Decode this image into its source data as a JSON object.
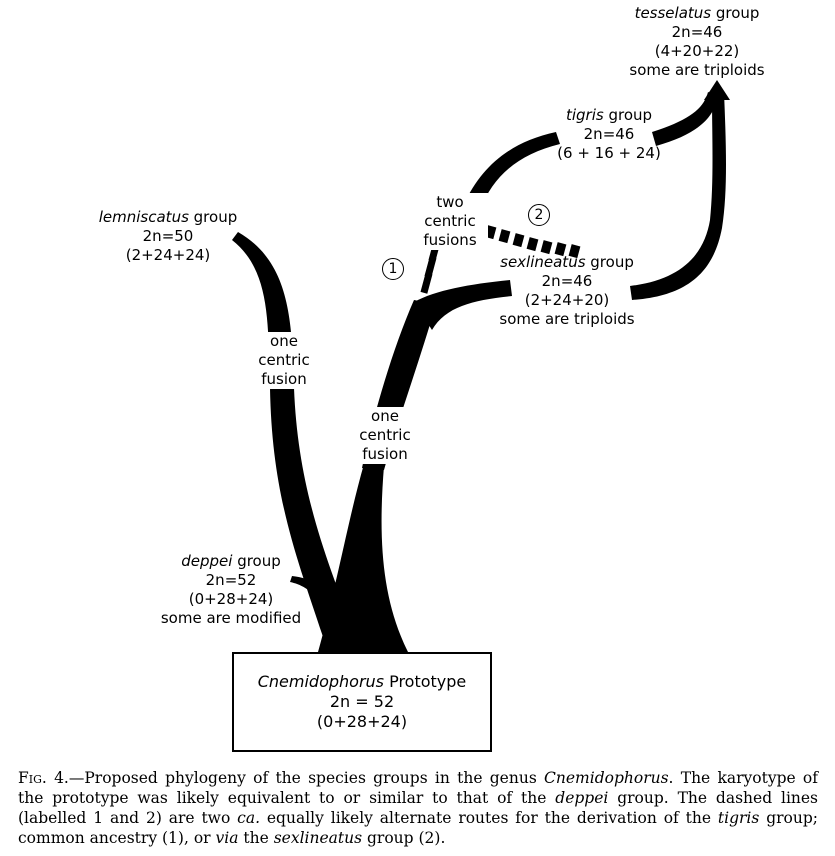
{
  "nodes": {
    "tesselatus": {
      "name": "tesselatus",
      "suffix": " group",
      "line2": "2n=46",
      "line3": "(4+20+22)",
      "line4": "some are triploids"
    },
    "tigris": {
      "name": "tigris",
      "suffix": " group",
      "line2": "2n=46",
      "line3": "(6 + 16 + 24)"
    },
    "lemniscatus": {
      "name": "lemniscatus",
      "suffix": " group",
      "line2": "2n=50",
      "line3": "(2+24+24)"
    },
    "sexlineatus": {
      "name": "sexlineatus",
      "suffix": " group",
      "line2": "2n=46",
      "line3": "(2+24+20)",
      "line4": "some are triploids"
    },
    "deppei": {
      "name": "deppei",
      "suffix": " group",
      "line2": "2n=52",
      "line3": "(0+28+24)",
      "line4": "some are modified"
    }
  },
  "prototype": {
    "name": "Cnemidophorus",
    "suffix": " Prototype",
    "line2": "2n = 52",
    "line3": "(0+28+24)"
  },
  "events": {
    "left_fusion": [
      "one",
      "centric",
      "fusion"
    ],
    "center_fusion": [
      "one",
      "centric",
      "fusion"
    ],
    "two_fusions": [
      "two",
      "centric",
      "fusions"
    ]
  },
  "route_markers": {
    "route1": "1",
    "route2": "2"
  },
  "caption": {
    "fig": "Fig. 4.",
    "t1": "—Proposed phylogeny of the species groups in the genus ",
    "t2": "Cnemidophorus",
    "t3": ". The karyotype of the prototype was likely equivalent to or similar to that of the ",
    "t4": "deppei",
    "t5": " group. The dashed lines (labelled 1 and 2) are two ",
    "t6": "ca.",
    "t7": " equally likely alternate routes for the derivation of the ",
    "t8": "tigris",
    "t9": " group; common ancestry (1), or ",
    "t10": "via",
    "t11": " the ",
    "t12": "sexlineatus",
    "t13": " group (2)."
  }
}
